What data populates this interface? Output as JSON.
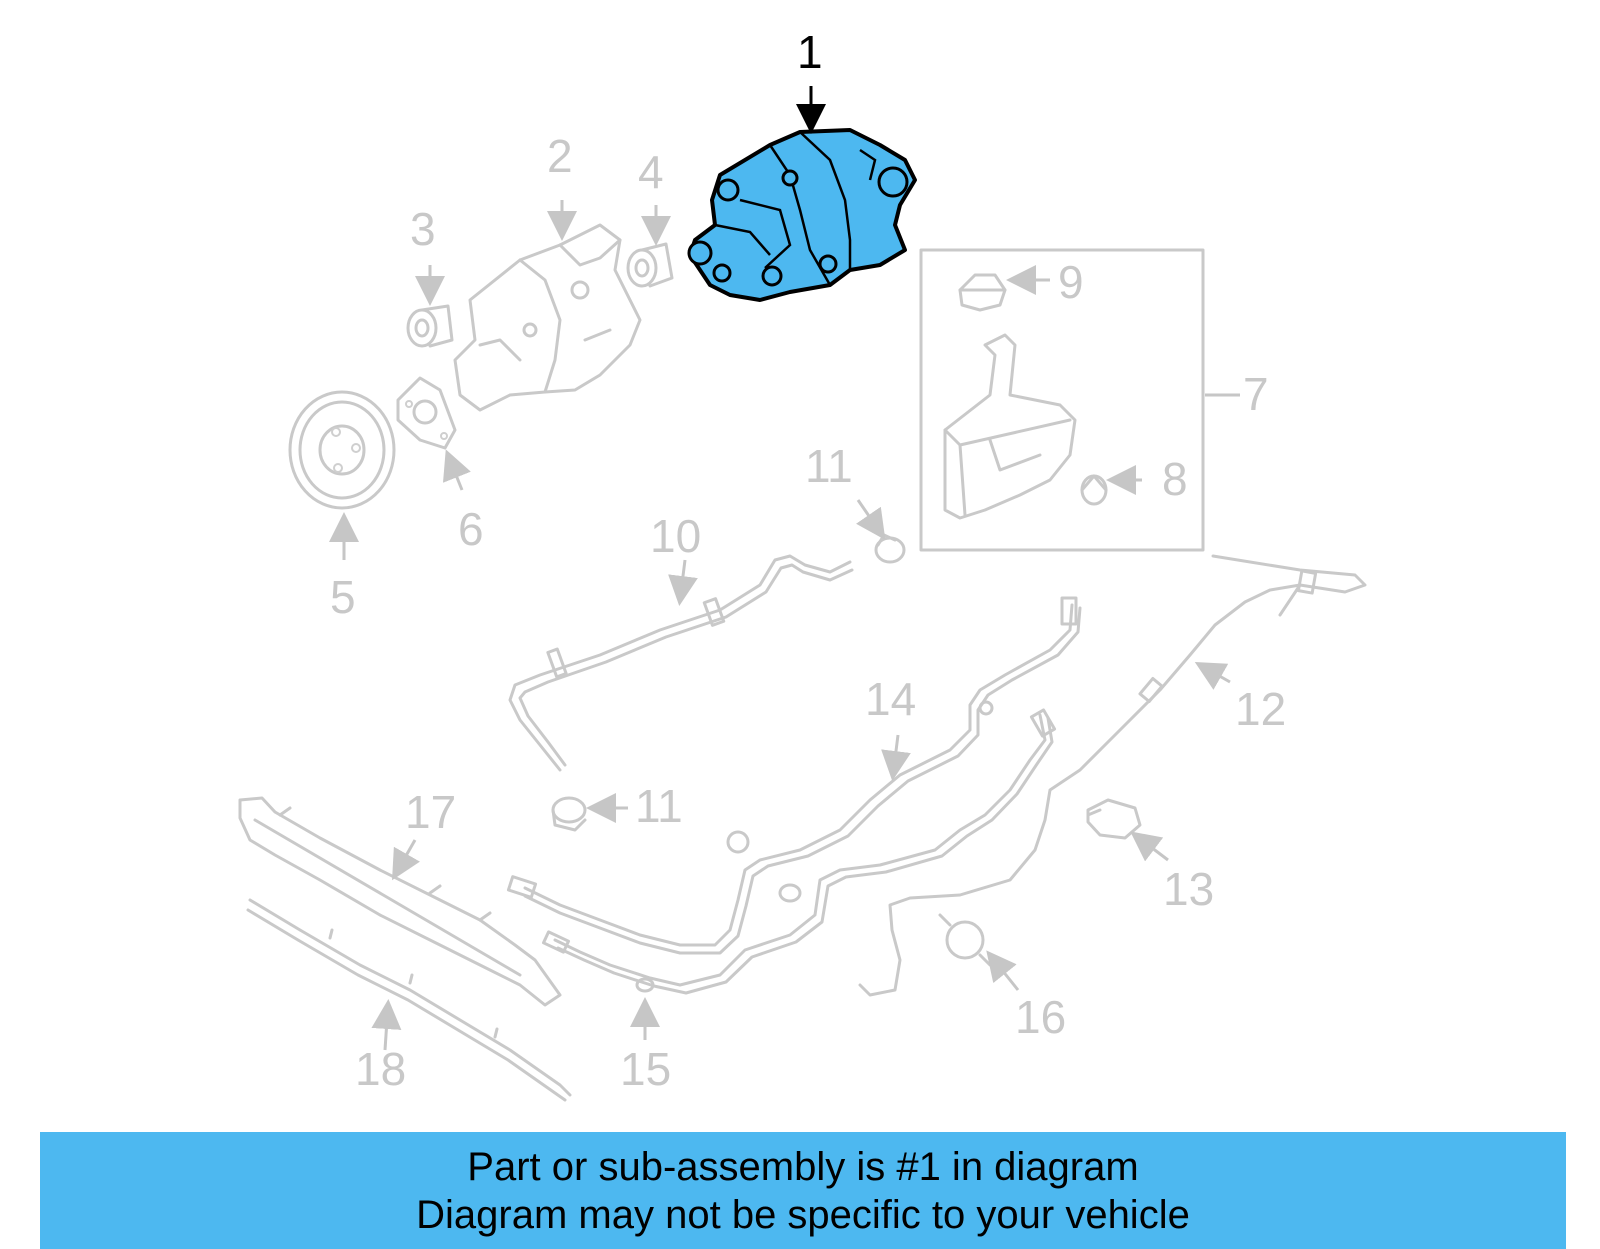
{
  "diagram": {
    "highlight_color": "#4db8f0",
    "highlighted_part": "1",
    "callouts": [
      {
        "id": "c1",
        "label": "1",
        "active": true
      },
      {
        "id": "c2",
        "label": "2"
      },
      {
        "id": "c3",
        "label": "3"
      },
      {
        "id": "c4",
        "label": "4"
      },
      {
        "id": "c5",
        "label": "5"
      },
      {
        "id": "c6",
        "label": "6"
      },
      {
        "id": "c7",
        "label": "7"
      },
      {
        "id": "c8",
        "label": "8"
      },
      {
        "id": "c9",
        "label": "9"
      },
      {
        "id": "c10",
        "label": "10"
      },
      {
        "id": "c11a",
        "label": "11"
      },
      {
        "id": "c11b",
        "label": "11"
      },
      {
        "id": "c12",
        "label": "12"
      },
      {
        "id": "c13",
        "label": "13"
      },
      {
        "id": "c14",
        "label": "14"
      },
      {
        "id": "c15",
        "label": "15"
      },
      {
        "id": "c16",
        "label": "16"
      },
      {
        "id": "c17",
        "label": "17"
      },
      {
        "id": "c18",
        "label": "18"
      }
    ]
  },
  "banner": {
    "line1": "Part or sub-assembly is #1 in diagram",
    "line2": "Diagram may not be specific to your vehicle",
    "color": "#4db8f0"
  }
}
